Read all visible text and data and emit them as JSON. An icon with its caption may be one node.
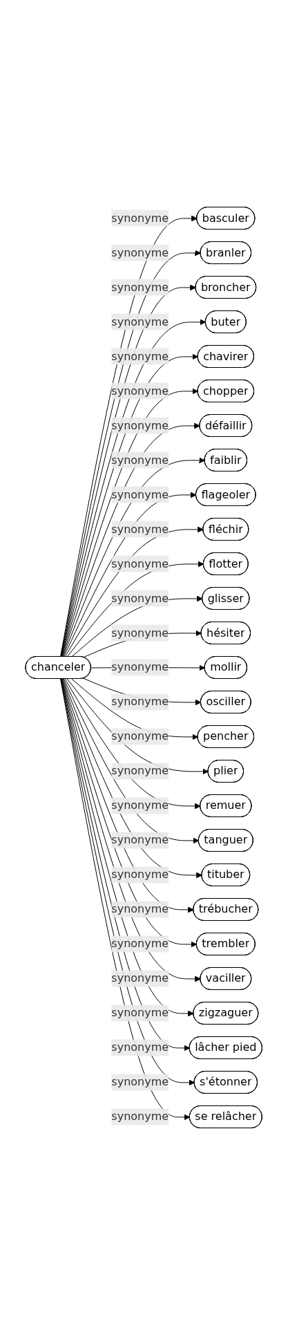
{
  "diagram": {
    "nodes": [
      {
        "text": [
          "chanceler"
        ]
      },
      {
        "text": [
          "basculer"
        ]
      },
      {
        "text": [
          "branler"
        ]
      },
      {
        "text": [
          "broncher"
        ]
      },
      {
        "text": [
          "buter"
        ]
      },
      {
        "text": [
          "chavirer"
        ]
      },
      {
        "text": [
          "chopper"
        ]
      },
      {
        "text": [
          "défaillir"
        ]
      },
      {
        "text": [
          "faiblir"
        ]
      },
      {
        "text": [
          "flageoler"
        ]
      },
      {
        "text": [
          "fléchir"
        ]
      },
      {
        "text": [
          "flotter"
        ]
      },
      {
        "text": [
          "glisser"
        ]
      },
      {
        "text": [
          "hésiter"
        ]
      },
      {
        "text": [
          "mollir"
        ]
      },
      {
        "text": [
          "osciller"
        ]
      },
      {
        "text": [
          "pencher"
        ]
      },
      {
        "text": [
          "plier"
        ]
      },
      {
        "text": [
          "remuer"
        ]
      },
      {
        "text": [
          "tanguer"
        ]
      },
      {
        "text": [
          "tituber"
        ]
      },
      {
        "text": [
          "trébucher"
        ]
      },
      {
        "text": [
          "trembler"
        ]
      },
      {
        "text": [
          "vaciller"
        ]
      },
      {
        "text": [
          "zigzaguer"
        ]
      },
      {
        "text": [
          "lâcher pied"
        ]
      },
      {
        "text": [
          "s'étonner"
        ]
      },
      {
        "text": [
          "se relâcher"
        ]
      }
    ],
    "edges": [
      {
        "from": 0,
        "to": 1,
        "arrow": "to",
        "label": "synonyme"
      },
      {
        "from": 0,
        "to": 2,
        "arrow": "to",
        "label": "synonyme"
      },
      {
        "from": 0,
        "to": 3,
        "arrow": "to",
        "label": "synonyme"
      },
      {
        "from": 0,
        "to": 4,
        "arrow": "to",
        "label": "synonyme"
      },
      {
        "from": 0,
        "to": 5,
        "arrow": "to",
        "label": "synonyme"
      },
      {
        "from": 0,
        "to": 6,
        "arrow": "to",
        "label": "synonyme"
      },
      {
        "from": 0,
        "to": 7,
        "arrow": "to",
        "label": "synonyme"
      },
      {
        "from": 0,
        "to": 8,
        "arrow": "to",
        "label": "synonyme"
      },
      {
        "from": 0,
        "to": 9,
        "arrow": "to",
        "label": "synonyme"
      },
      {
        "from": 0,
        "to": 10,
        "arrow": "to",
        "label": "synonyme"
      },
      {
        "from": 0,
        "to": 11,
        "arrow": "to",
        "label": "synonyme"
      },
      {
        "from": 0,
        "to": 12,
        "arrow": "to",
        "label": "synonyme"
      },
      {
        "from": 0,
        "to": 13,
        "arrow": "to",
        "label": "synonyme"
      },
      {
        "from": 0,
        "to": 14,
        "arrow": "to",
        "label": "synonyme"
      },
      {
        "from": 0,
        "to": 15,
        "arrow": "to",
        "label": "synonyme"
      },
      {
        "from": 0,
        "to": 16,
        "arrow": "to",
        "label": "synonyme"
      },
      {
        "from": 0,
        "to": 17,
        "arrow": "to",
        "label": "synonyme"
      },
      {
        "from": 0,
        "to": 18,
        "arrow": "to",
        "label": "synonyme"
      },
      {
        "from": 0,
        "to": 19,
        "arrow": "to",
        "label": "synonyme"
      },
      {
        "from": 0,
        "to": 20,
        "arrow": "to",
        "label": "synonyme"
      },
      {
        "from": 0,
        "to": 21,
        "arrow": "to",
        "label": "synonyme"
      },
      {
        "from": 0,
        "to": 22,
        "arrow": "to",
        "label": "synonyme"
      },
      {
        "from": 0,
        "to": 23,
        "arrow": "to",
        "label": "synonyme"
      },
      {
        "from": 0,
        "to": 24,
        "arrow": "to",
        "label": "synonyme"
      },
      {
        "from": 0,
        "to": 25,
        "arrow": "to",
        "label": "synonyme"
      },
      {
        "from": 0,
        "to": 26,
        "arrow": "to",
        "label": "synonyme"
      },
      {
        "from": 0,
        "to": 27,
        "arrow": "to",
        "label": "synonyme"
      }
    ]
  }
}
